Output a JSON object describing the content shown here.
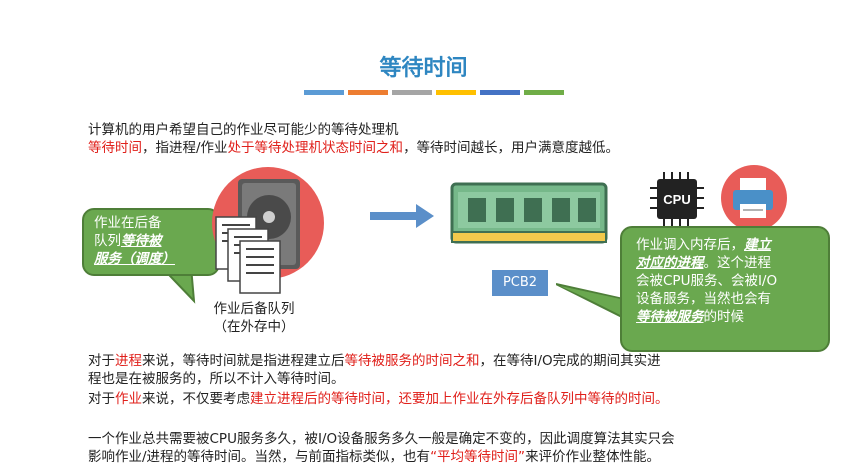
{
  "title": "等待时间",
  "title_bar_colors": [
    "#5b9bd5",
    "#ed7d31",
    "#a5a5a5",
    "#ffc000",
    "#4472c4",
    "#70ad47"
  ],
  "intro": {
    "line1": "计算机的用户希望自己的作业尽可能少的等待处理机",
    "line2_a": "等待时间",
    "line2_b": "，指进程/作业",
    "line2_c": "处于等待处理机状态时间之和",
    "line2_d": "，等待时间越长，用户满意度越低。"
  },
  "left_bubble": {
    "t1": "作业在后备",
    "t2": "队列",
    "t3": "等待被",
    "t4": "服务（调度）"
  },
  "queue_label": {
    "line1": "作业后备队列",
    "line2": "（在外存中）"
  },
  "pcb_label": "PCB2",
  "cpu_label": "CPU",
  "right_bubble": {
    "t1": "作业调入内存后，",
    "t2": "建立",
    "t3": "对应的进程",
    "t4": "。这个进程",
    "t5": "会被CPU服务、会被I/O",
    "t6": "设备服务，当然也会有",
    "t7": "等待被服务",
    "t8": "的时候"
  },
  "para1": {
    "a": "对于",
    "b": "进程",
    "c": "来说，等待时间就是指进程建立后",
    "d": "等待被服务的时间之和",
    "e": "，在等待I/O完成的期间其实进",
    "line2": "程也是在被服务的，所以不计入等待时间。"
  },
  "para2": {
    "a": "对于",
    "b": "作业",
    "c": "来说，不仅要考虑",
    "d": "建立进程后的等待时间，还要加上作业在外存后备队列中等待的时间。"
  },
  "para3": {
    "line1": "一个作业总共需要被CPU服务多久，被I/O设备服务多久一般是确定不变的，因此调度算法其实只会",
    "l2a": "影响作业/进程的等待时间。当然，与前面指标类似，也有",
    "l2b": "“平均等待时间”",
    "l2c": "来评价作业整体性能。"
  },
  "colors": {
    "title": "#2e86c1",
    "highlight_red": "#e0201b",
    "bubble_green": "#6aa84f",
    "arrow_blue": "#5b8fc9",
    "ram_green": "#76b88a"
  }
}
